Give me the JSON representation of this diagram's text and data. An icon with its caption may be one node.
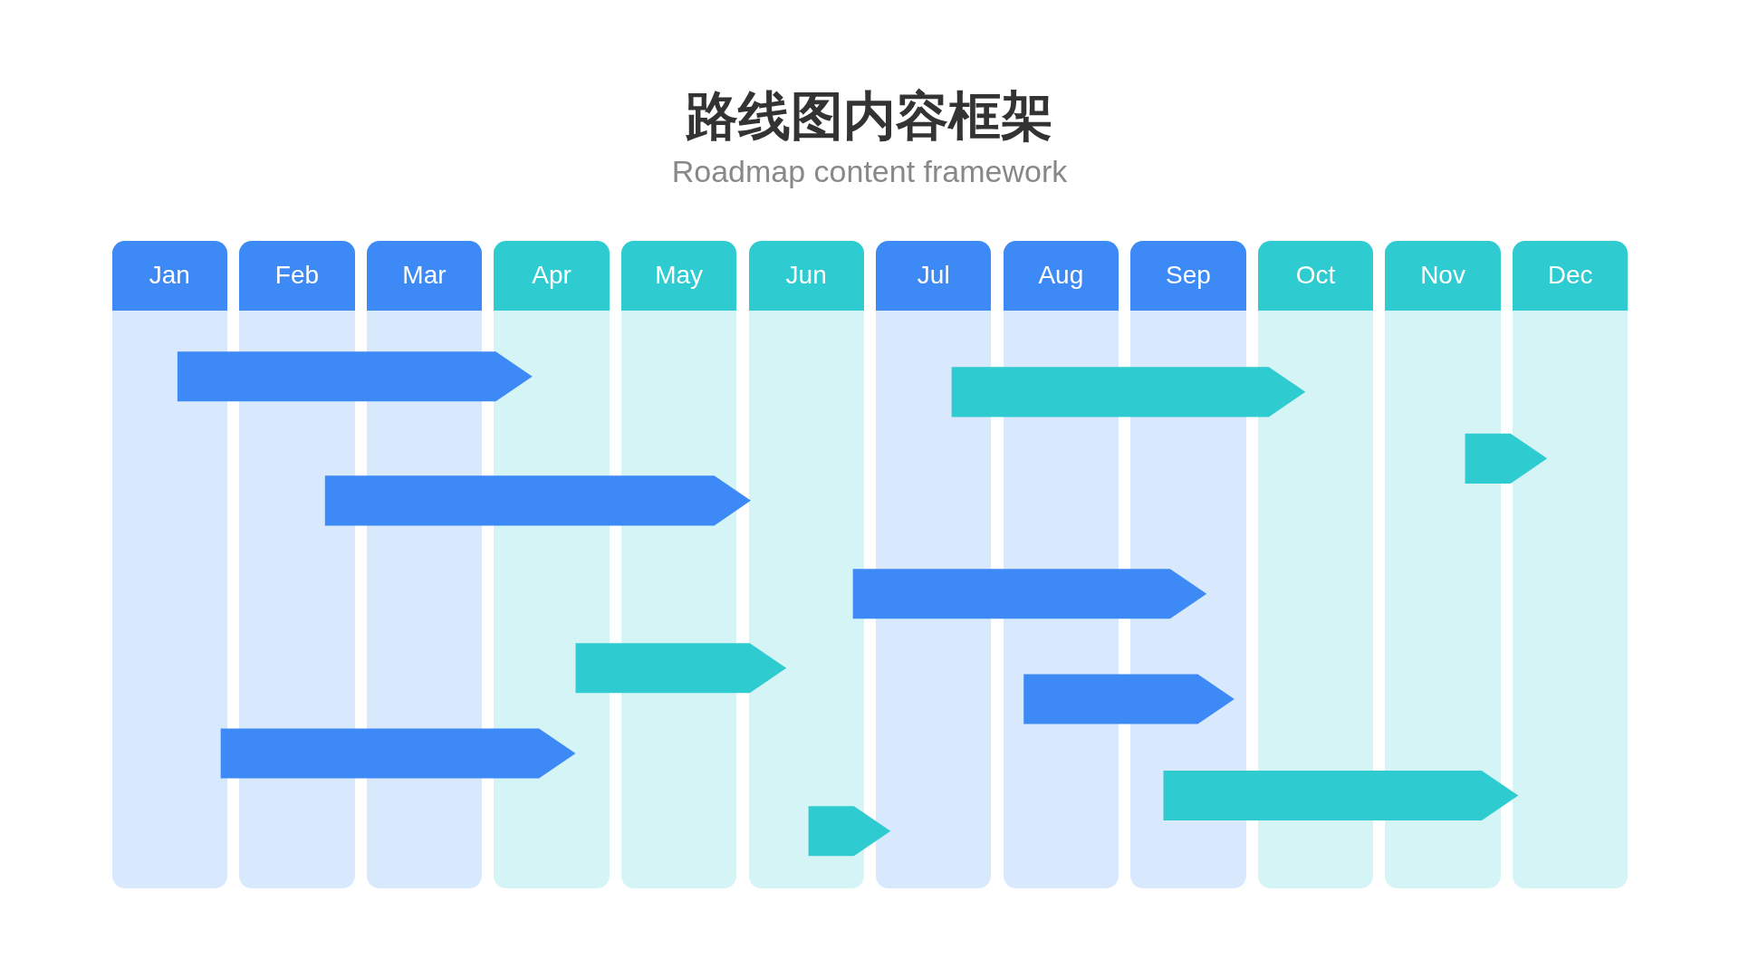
{
  "diagram": {
    "title": "路线图内容框架",
    "nodes": [
      {
        "text": [
          "Jan"
        ]
      },
      {
        "text": [
          "Feb"
        ]
      },
      {
        "text": [
          "Mar"
        ]
      },
      {
        "text": [
          "Apr"
        ]
      },
      {
        "text": [
          "May"
        ]
      },
      {
        "text": [
          "Jun"
        ]
      },
      {
        "text": [
          "Jul"
        ]
      },
      {
        "text": [
          "Aug"
        ]
      },
      {
        "text": [
          "Sep"
        ]
      },
      {
        "text": [
          "Oct"
        ]
      },
      {
        "text": [
          "Nov"
        ]
      },
      {
        "text": [
          "Dec"
        ]
      },
      {
        "text": [],
        "shape": "bar"
      },
      {
        "text": [],
        "shape": "bar"
      },
      {
        "text": [],
        "shape": "bar"
      },
      {
        "text": [],
        "shape": "bar"
      },
      {
        "text": [],
        "shape": "bar"
      },
      {
        "text": [],
        "shape": "bar"
      },
      {
        "text": [],
        "shape": "bar"
      },
      {
        "text": [],
        "shape": "bar"
      },
      {
        "text": [],
        "shape": "bar"
      },
      {
        "text": [],
        "shape": "bar"
      }
    ],
    "labels": [
      "Roadmap content framework"
    ]
  }
}
